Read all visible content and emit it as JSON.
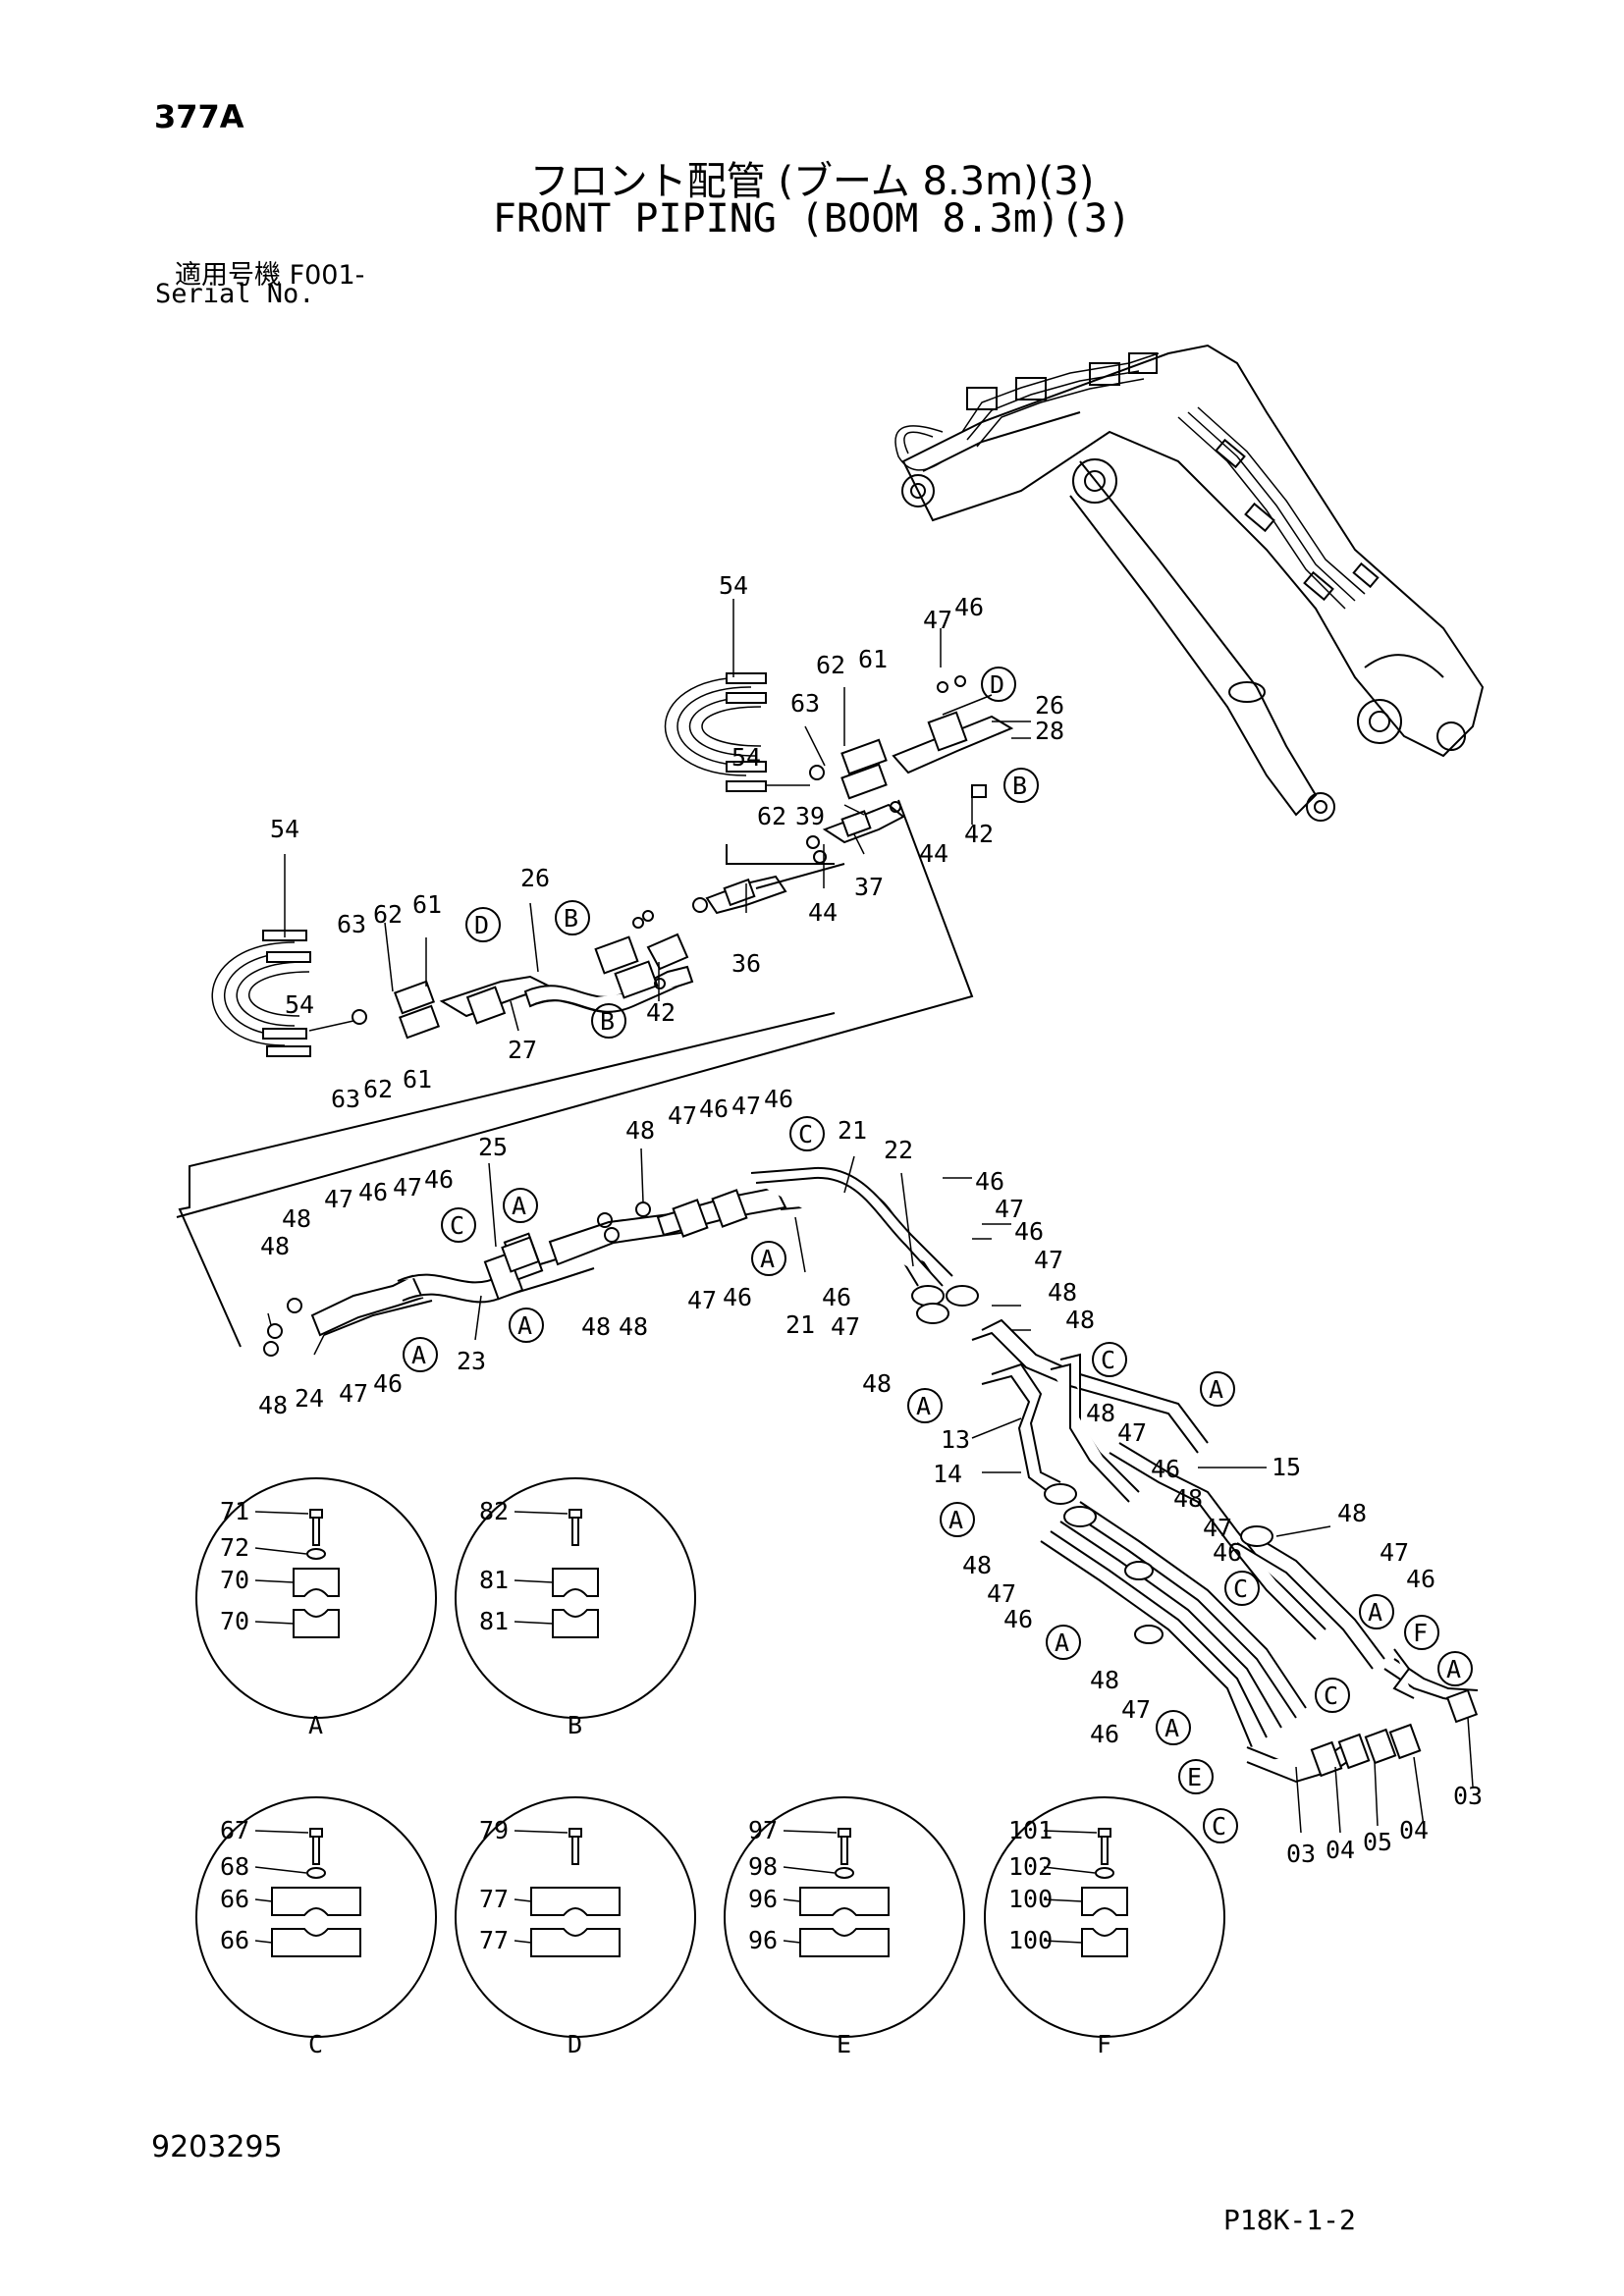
{
  "header": {
    "page_number": "377A",
    "title_jp": "フロント配管 (ブーム 8.3m)(3)",
    "title_en": "FRONT PIPING (BOOM 8.3m)(3)",
    "serial_label_jp": "適用号機 F001-",
    "serial_label_en": "Serial No."
  },
  "footer": {
    "doc_number": "9203295",
    "page_ref": "P18K-1-2"
  },
  "upper_callouts": {
    "c54a": "54",
    "c54b": "54",
    "c54c": "54",
    "c54d": "54",
    "c47a": "47",
    "c46a": "46",
    "c62a": "62",
    "c61a": "61",
    "c63a": "63",
    "c26a": "26",
    "c28": "28",
    "c62b": "62",
    "c39": "39",
    "c42a": "42",
    "c44a": "44",
    "c37": "37",
    "c44b": "44",
    "c46b": "46",
    "c47b": "47",
    "c48a": "48",
    "c26b": "26",
    "c63b": "63",
    "c62c": "62",
    "c61b": "61",
    "c36": "36",
    "c42b": "42",
    "c27": "27",
    "c63c": "63",
    "c62d": "62",
    "c61c": "61"
  },
  "middle_callouts": {
    "c48b": "48",
    "c47c": "47",
    "c46c": "46",
    "c47d": "47",
    "c46d": "46",
    "c21a": "21",
    "c22": "22",
    "c46e": "46",
    "c47e": "47",
    "c46f": "46",
    "c47f": "47",
    "c25": "25",
    "c47g": "47",
    "c46g": "46",
    "c47h": "47",
    "c46h": "46",
    "c48c": "48",
    "c48d": "48",
    "c48e": "48",
    "c21b": "21",
    "c46i": "46",
    "c47i": "47",
    "c48f": "48",
    "c48g": "48",
    "c47j": "47",
    "c46j": "46",
    "c23": "23",
    "c48h": "48",
    "c48i": "48",
    "c48j": "48",
    "c24": "24",
    "c47k": "47",
    "c46k": "46",
    "c48k": "48",
    "c48l": "48",
    "c47l": "47",
    "c46l": "46",
    "c13": "13",
    "c14": "14",
    "c15": "15",
    "c48m": "48",
    "c47m": "47",
    "c46m": "46",
    "c48n": "48",
    "c47n": "47",
    "c46n": "46",
    "c48o": "48",
    "c47o": "47",
    "c46o": "46",
    "c48p": "48",
    "c47p": "47",
    "c46p": "46",
    "c48q": "48",
    "c47q": "47",
    "c46q": "46",
    "c03a": "03",
    "c03b": "03",
    "c04a": "04",
    "c05": "05",
    "c04b": "04"
  },
  "ref_letters": {
    "A": "A",
    "B": "B",
    "C": "C",
    "D": "D",
    "E": "E",
    "F": "F"
  },
  "details": [
    {
      "letter": "A",
      "bolt": "71",
      "washer": "72",
      "upper": "70",
      "lower": "70"
    },
    {
      "letter": "B",
      "bolt": "82",
      "washer": "",
      "upper": "81",
      "lower": "81"
    },
    {
      "letter": "C",
      "bolt": "67",
      "washer": "68",
      "upper": "66",
      "lower": "66"
    },
    {
      "letter": "D",
      "bolt": "79",
      "washer": "",
      "upper": "77",
      "lower": "77"
    },
    {
      "letter": "E",
      "bolt": "97",
      "washer": "98",
      "upper": "96",
      "lower": "96"
    },
    {
      "letter": "F",
      "bolt": "101",
      "washer": "102",
      "upper": "100",
      "lower": "100"
    }
  ]
}
